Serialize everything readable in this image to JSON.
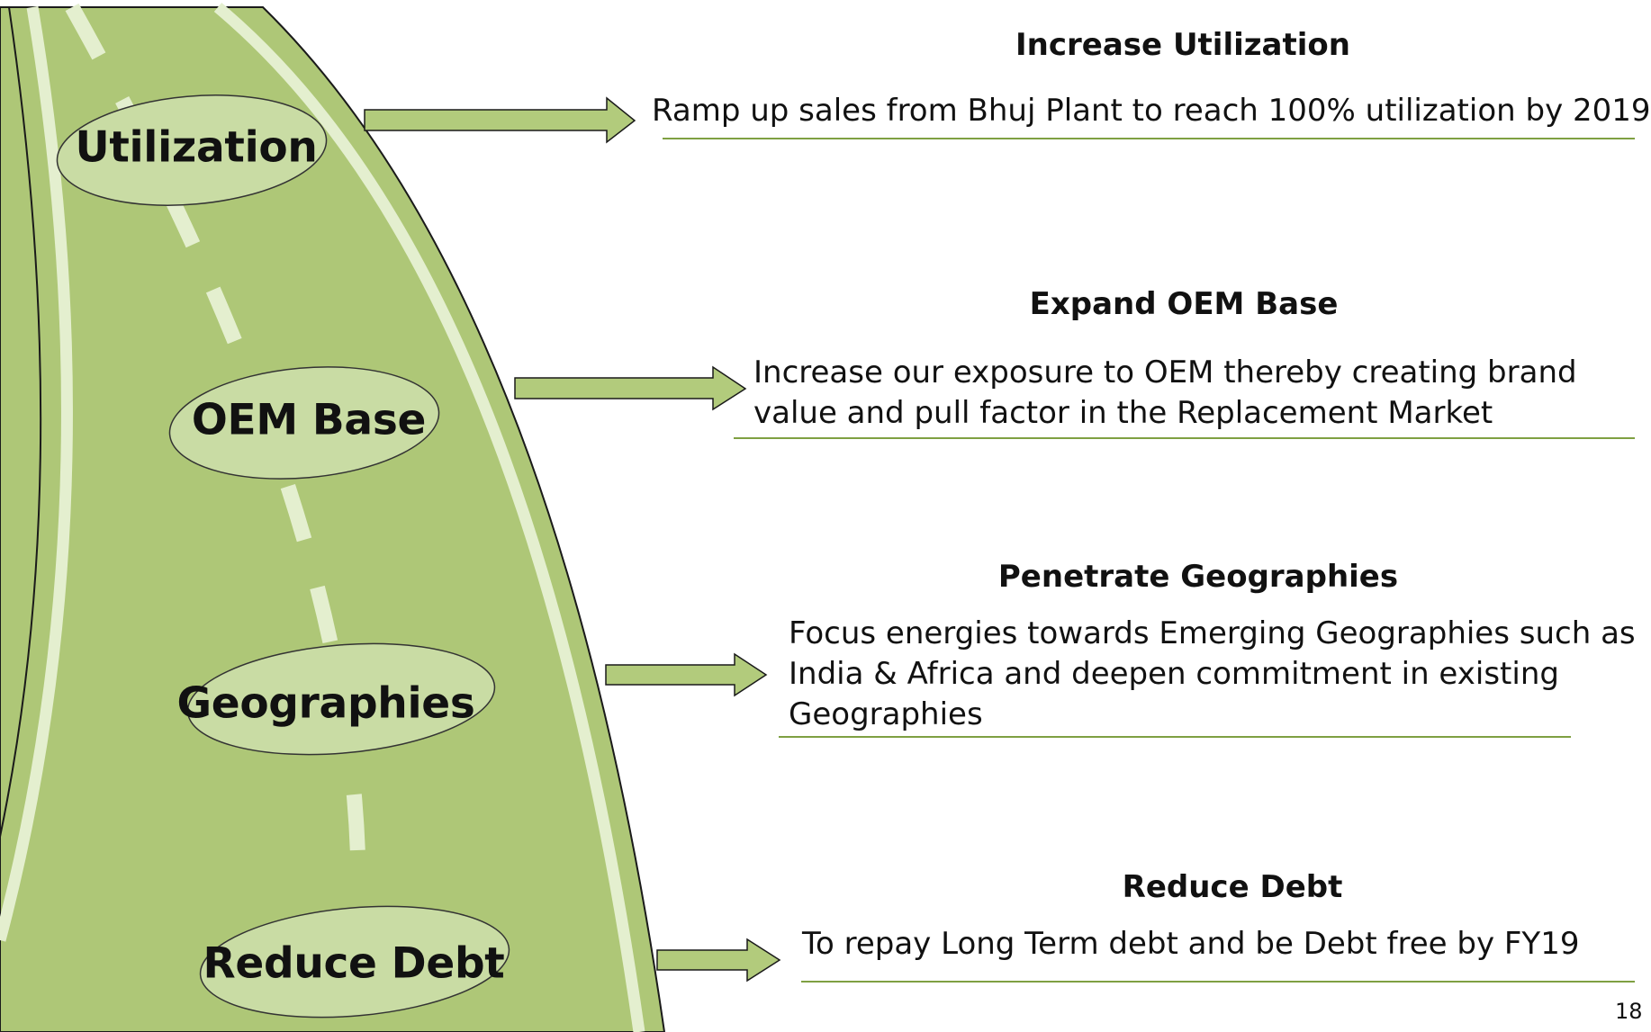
{
  "colors": {
    "road": "#aec777",
    "road_edge": "#1a1a1a",
    "lane_line": "#e4efcf",
    "ellipse_fill": "#c9dca4",
    "arrow_fill": "#b2cb7c",
    "underline": "#7fa042"
  },
  "stages": [
    {
      "label": "Utilization",
      "heading": "Increase Utilization",
      "description": [
        "Ramp up sales from Bhuj Plant to reach 100% utilization by 2019"
      ]
    },
    {
      "label": "OEM Base",
      "heading": "Expand OEM Base",
      "description": [
        "Increase our exposure to OEM thereby creating brand",
        "value and pull factor in the Replacement Market"
      ]
    },
    {
      "label": "Geographies",
      "heading": "Penetrate Geographies",
      "description": [
        "Focus energies towards Emerging Geographies such as",
        "India & Africa and deepen commitment in existing",
        "Geographies"
      ]
    },
    {
      "label": "Reduce Debt",
      "heading": "Reduce Debt",
      "description": [
        "To repay Long Term debt and be Debt free by FY19"
      ]
    }
  ],
  "page_number": "18"
}
